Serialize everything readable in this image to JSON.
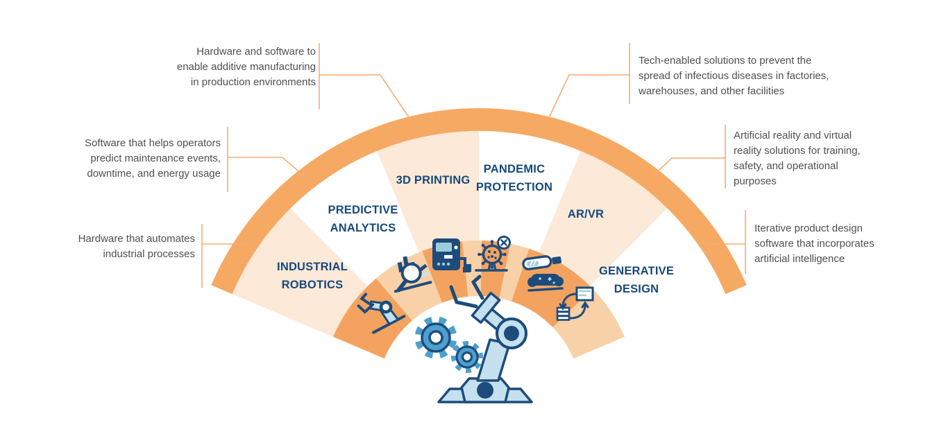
{
  "palette": {
    "band_orange": "#F6A963",
    "segment_peach": "#FCE9D7",
    "segment_white": "#FFFFFF",
    "wedge_orange": "#F3A35F",
    "wedge_apricot": "#F8D1A8",
    "callout_line": "#F6AC72",
    "label_navy": "#16487C",
    "description_gray": "#4F4F4F",
    "icon_navy": "#1D4C7C",
    "illustration_light_blue": "#C5E0EE",
    "illustration_mid_blue": "#4DA0CE"
  },
  "segments": [
    {
      "name": "Industrial Robotics",
      "label_lines": [
        "INDUSTRIAL",
        "ROBOTICS"
      ],
      "desc_lines": [
        "Hardware that automates",
        "industrial processes"
      ],
      "icon": "robot-arm-icon"
    },
    {
      "name": "Predictive Analytics",
      "label_lines": [
        "PREDICTIVE",
        "ANALYTICS"
      ],
      "desc_lines": [
        "Software that helps operators",
        "predict maintenance events,",
        "downtime, and energy usage"
      ],
      "icon": "magnifier-analytics-icon"
    },
    {
      "name": "3D Printing",
      "label_lines": [
        "3D PRINTING"
      ],
      "desc_lines": [
        "Hardware and software to",
        "enable additive manufacturing",
        "in production environments"
      ],
      "icon": "printer-3d-icon"
    },
    {
      "name": "Pandemic Protection",
      "label_lines": [
        "PANDEMIC",
        "PROTECTION"
      ],
      "desc_lines": [
        "Tech-enabled solutions to prevent the",
        "spread of infectious diseases in factories,",
        "warehouses, and other facilities"
      ],
      "icon": "virus-blocked-icon"
    },
    {
      "name": "AR/VR",
      "label_lines": [
        "AR/VR"
      ],
      "desc_lines": [
        "Artificial reality and virtual",
        "reality solutions for training,",
        "safety, and operational",
        "purposes"
      ],
      "icon": "vr-headset-controller-icon"
    },
    {
      "name": "Generative Design",
      "label_lines": [
        "GENERATIVE",
        "DESIGN"
      ],
      "desc_lines": [
        "Iterative product design",
        "software that incorporates",
        "artificial intelligence"
      ],
      "icon": "iterative-design-icon"
    }
  ],
  "center_illustration": "robot-arm-with-gears"
}
